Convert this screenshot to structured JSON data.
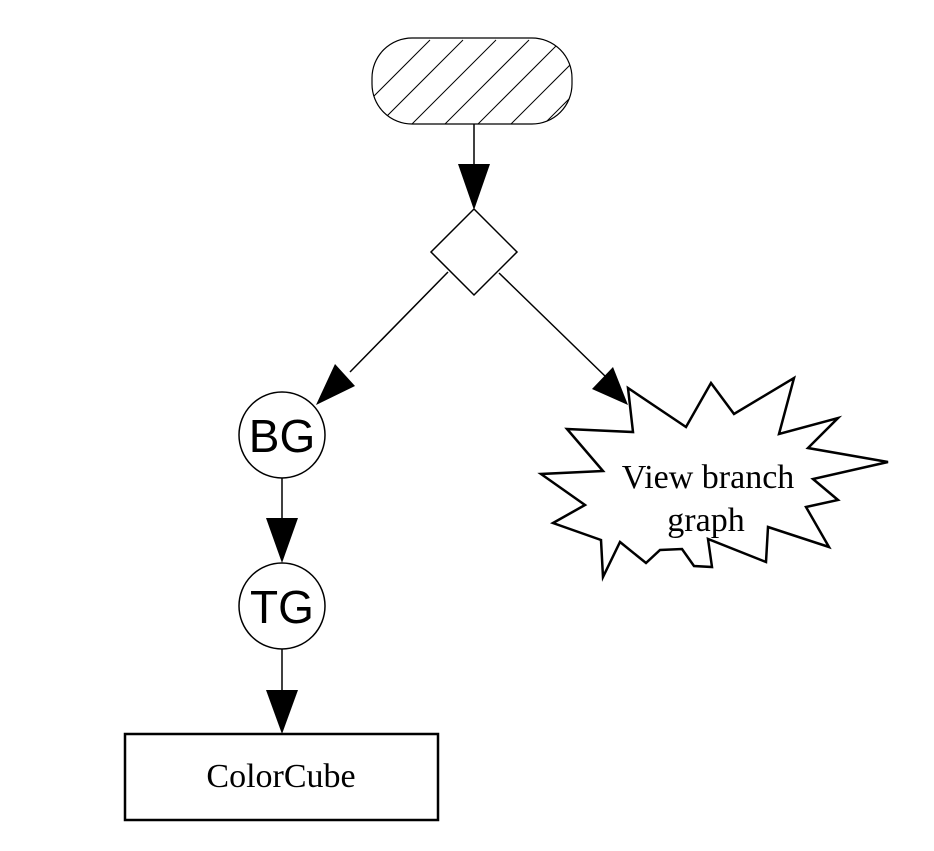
{
  "diagram": {
    "nodes": {
      "start": {
        "label": "",
        "shape": "hatched-rounded-rect"
      },
      "decision": {
        "label": "",
        "shape": "diamond"
      },
      "bg": {
        "label": "BG",
        "shape": "circle"
      },
      "tg": {
        "label": "TG",
        "shape": "circle"
      },
      "colorcube": {
        "label": "ColorCube",
        "shape": "rectangle"
      },
      "view_branch": {
        "label_line1": "View branch",
        "label_line2": "graph",
        "shape": "starburst"
      }
    },
    "edges": [
      {
        "from": "start",
        "to": "decision"
      },
      {
        "from": "decision",
        "to": "bg"
      },
      {
        "from": "decision",
        "to": "view_branch"
      },
      {
        "from": "bg",
        "to": "tg"
      },
      {
        "from": "tg",
        "to": "colorcube"
      }
    ],
    "colors": {
      "stroke": "#000000",
      "fill": "#ffffff"
    }
  }
}
